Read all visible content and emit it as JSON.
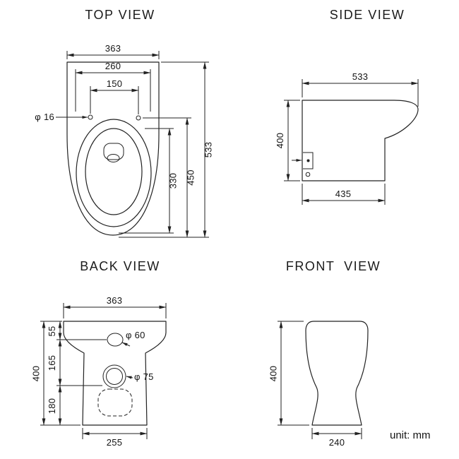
{
  "unit_label": "unit: mm",
  "line_color": "#222222",
  "views": {
    "top": {
      "title": "TOP VIEW",
      "dim_width_outer": "363",
      "dim_width_mid": "260",
      "dim_width_holes": "150",
      "dim_hole_dia": "φ 16",
      "dim_length_total": "533",
      "dim_length_seat": "450",
      "dim_length_bowl": "330"
    },
    "side": {
      "title": "SIDE VIEW",
      "dim_depth_top": "533",
      "dim_height": "400",
      "dim_depth_base": "435"
    },
    "back": {
      "title": "BACK VIEW",
      "dim_width_top": "363",
      "dim_seg_top": "55",
      "dim_seg_mid": "165",
      "dim_seg_bottom": "180",
      "dim_height_total": "400",
      "dim_hole_small": "φ 60",
      "dim_hole_large": "φ 75",
      "dim_width_base": "255"
    },
    "front": {
      "title": "FRONT  VIEW",
      "dim_height": "400",
      "dim_width_base": "240"
    }
  }
}
